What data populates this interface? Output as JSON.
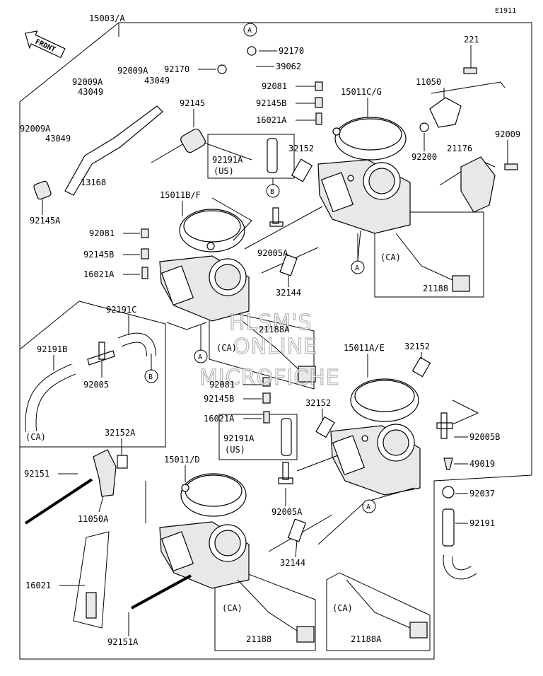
{
  "watermark": [
    "HLSM'S",
    "ONLINE",
    "MICROFICHE"
  ],
  "front_label": "FRONT",
  "corner_code": "E1911",
  "ref_letters": {
    "a": "A",
    "b": "B"
  },
  "notes": {
    "ca": "(CA)",
    "us": "(US)"
  },
  "parts": {
    "p15003A": "15003/A",
    "p92170": "92170",
    "p39062": "39062",
    "p221": "221",
    "p11050": "11050",
    "p92081": "92081",
    "p92145B": "92145B",
    "p16021A": "16021A",
    "p15011CG": "15011C/G",
    "p92009A": "92009A",
    "p43049": "43049",
    "p92145": "92145",
    "p92191A": "92191A",
    "p32152": "32152",
    "p92200": "92200",
    "p21176": "21176",
    "p92009": "92009",
    "p13168": "13168",
    "p92145A": "92145A",
    "p15011BF": "15011B/F",
    "p92005A": "92005A",
    "p32144": "32144",
    "p21188": "21188",
    "p21188A": "21188A",
    "p92191C": "92191C",
    "p92191B": "92191B",
    "p92005": "92005",
    "p15011AE": "15011A/E",
    "p92005B": "92005B",
    "p32152A": "32152A",
    "p49019": "49019",
    "p92151": "92151",
    "p11050A": "11050A",
    "p15011D": "15011/D",
    "p92037": "92037",
    "p92191": "92191",
    "p16021": "16021",
    "p92151A": "92151A"
  }
}
